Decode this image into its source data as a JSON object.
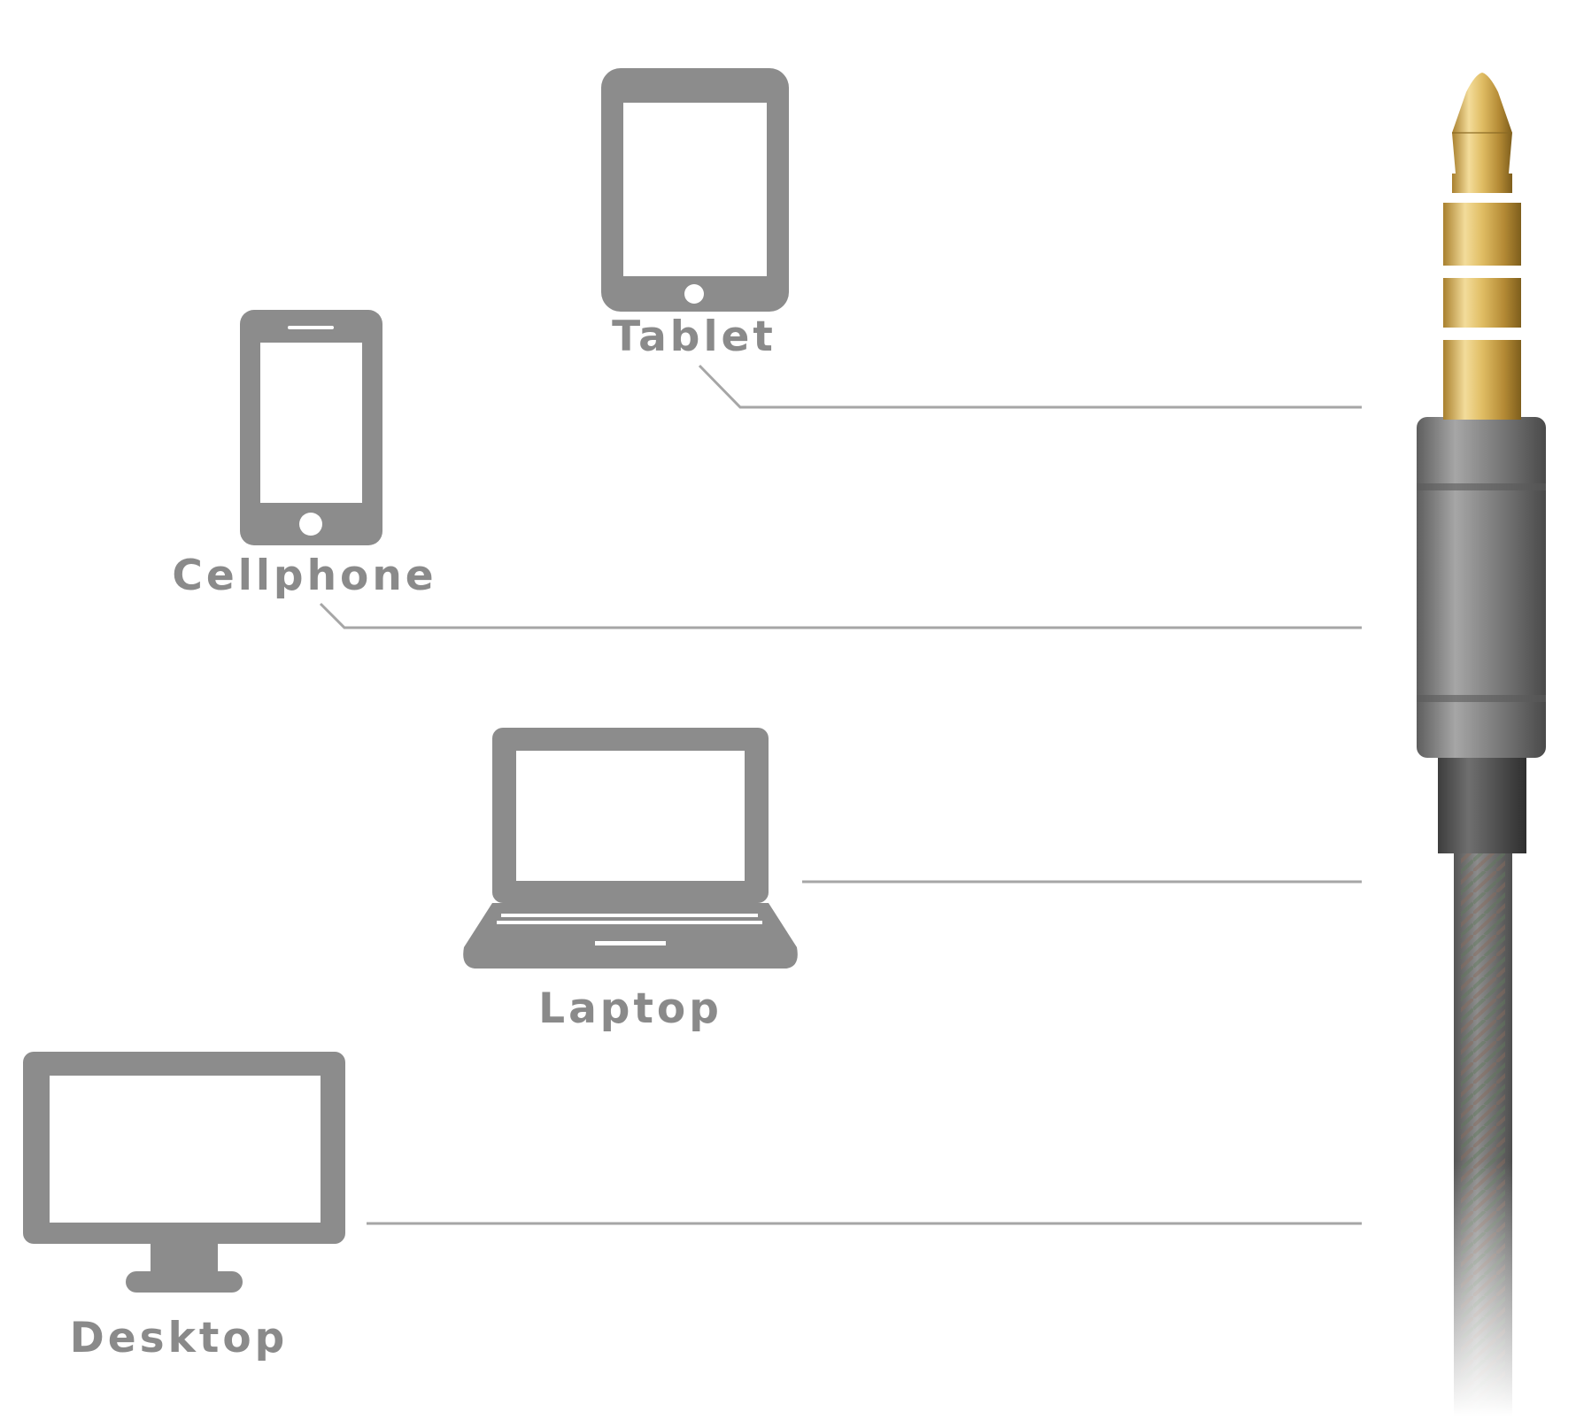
{
  "devices": {
    "tablet": {
      "label": "Tablet",
      "icon": "tablet-icon"
    },
    "cellphone": {
      "label": "Cellphone",
      "icon": "cellphone-icon"
    },
    "laptop": {
      "label": "Laptop",
      "icon": "laptop-icon"
    },
    "desktop": {
      "label": "Desktop",
      "icon": "desktop-monitor-icon"
    }
  },
  "connector": {
    "name": "audio-jack-plug-icon"
  },
  "colors": {
    "icon": "#8c8c8c",
    "label": "#8a8a8a",
    "connector_line": "#a6a6a6",
    "gold_light": "#f3dc9a",
    "gold_dark": "#a9802e",
    "metal_light": "#a6a6a6",
    "metal_dark": "#5e5e5e",
    "background": "#ffffff"
  }
}
